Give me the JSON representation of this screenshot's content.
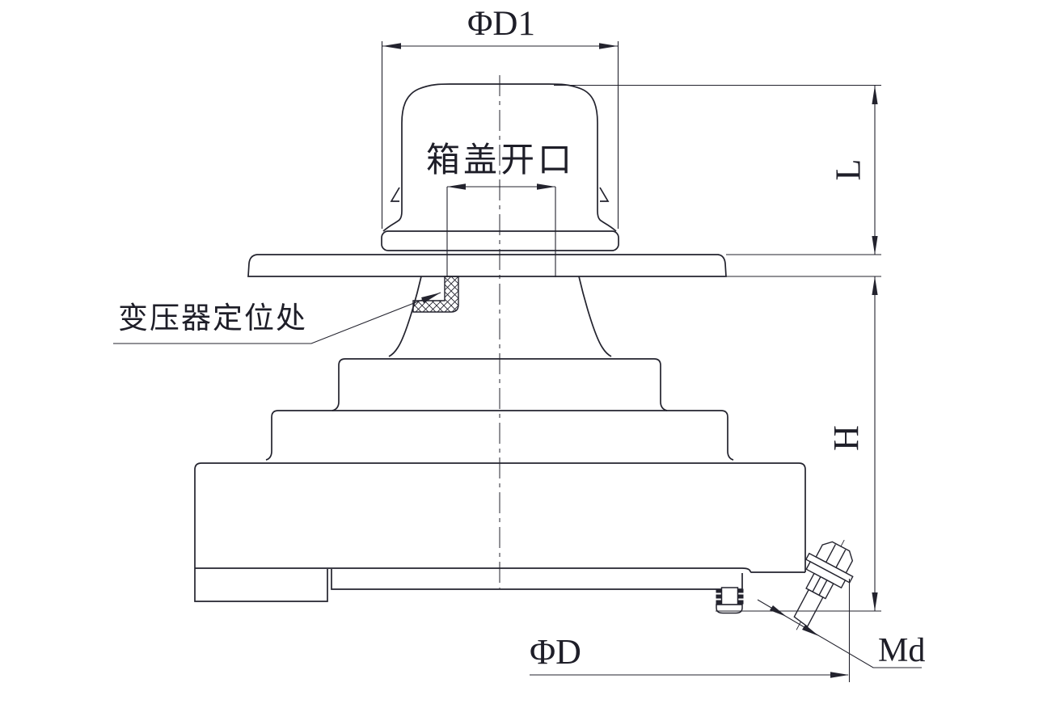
{
  "drawing": {
    "background_color": "#ffffff",
    "line_color": "#23232e",
    "dimensions": {
      "top_diameter": "ΦD1",
      "cover_opening": "箱盖开口",
      "cap_height": "L",
      "body_height": "H",
      "base_diameter": "ΦD",
      "bolt_thread": "Md"
    },
    "callouts": {
      "transformer_positioning": "变压器定位处"
    }
  }
}
